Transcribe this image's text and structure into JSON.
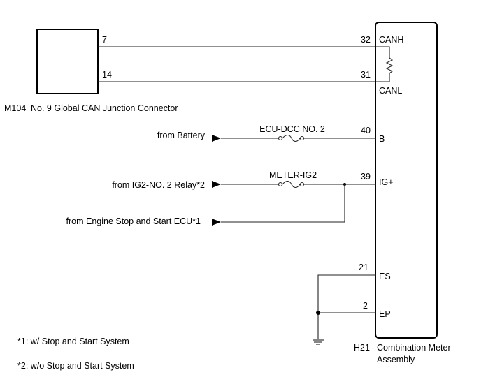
{
  "connector_m104": {
    "code": "M104",
    "name": "No. 9 Global CAN Junction Connector",
    "pin_top": "7",
    "pin_bottom": "14"
  },
  "meter_h21": {
    "code": "H21",
    "name_line1": "Combination Meter",
    "name_line2": "Assembly"
  },
  "terminals": {
    "canh": {
      "pin": "32",
      "label": "CANH"
    },
    "canl": {
      "pin": "31",
      "label": "CANL"
    },
    "b": {
      "pin": "40",
      "label": "B"
    },
    "ig": {
      "pin": "39",
      "label": "IG+"
    },
    "es": {
      "pin": "21",
      "label": "ES"
    },
    "ep": {
      "pin": "2",
      "label": "EP"
    }
  },
  "fuses": {
    "ecu_dcc": "ECU-DCC NO. 2",
    "meter_ig2": "METER-IG2"
  },
  "sources": {
    "battery": "from Battery",
    "ig2_relay": "from IG2-NO. 2 Relay*2",
    "engine_ecu": "from Engine Stop and Start ECU*1"
  },
  "footnotes": {
    "note1": "*1: w/ Stop and Start System",
    "note2": "*2: w/o Stop and Start System"
  }
}
